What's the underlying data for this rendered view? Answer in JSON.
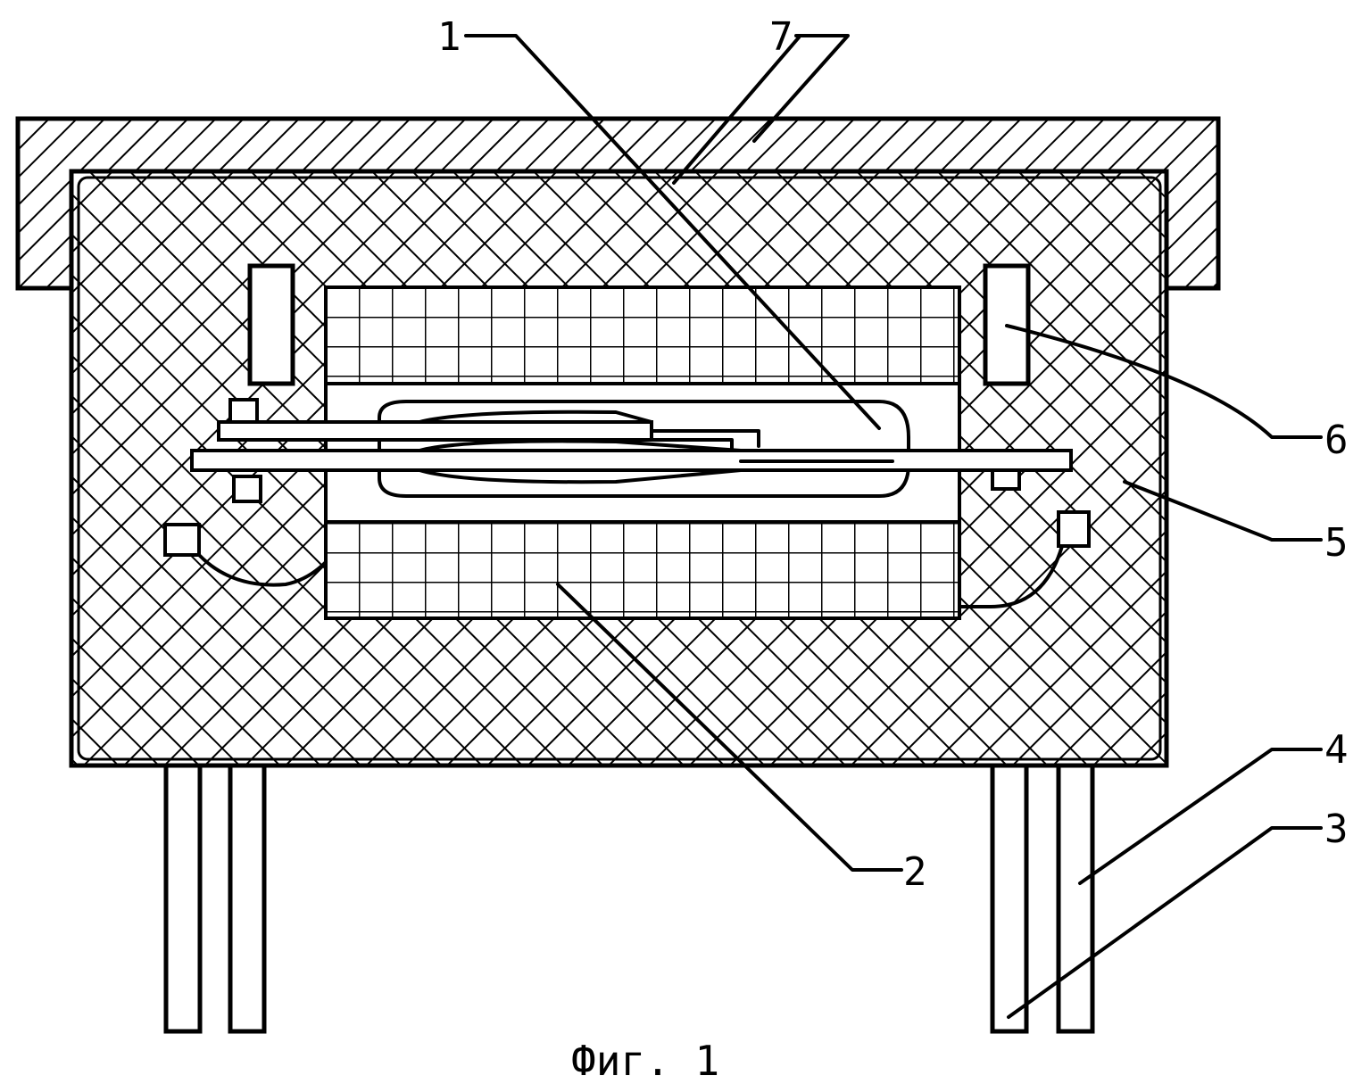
{
  "figure": {
    "caption": "Фиг. 1",
    "callouts": [
      {
        "id": "1",
        "text": "1"
      },
      {
        "id": "7",
        "text": "7"
      },
      {
        "id": "6",
        "text": "6"
      },
      {
        "id": "5",
        "text": "5"
      },
      {
        "id": "4",
        "text": "4"
      },
      {
        "id": "3",
        "text": "3"
      },
      {
        "id": "2",
        "text": "2"
      }
    ]
  },
  "style": {
    "ink": "#000000",
    "paper": "#ffffff"
  }
}
